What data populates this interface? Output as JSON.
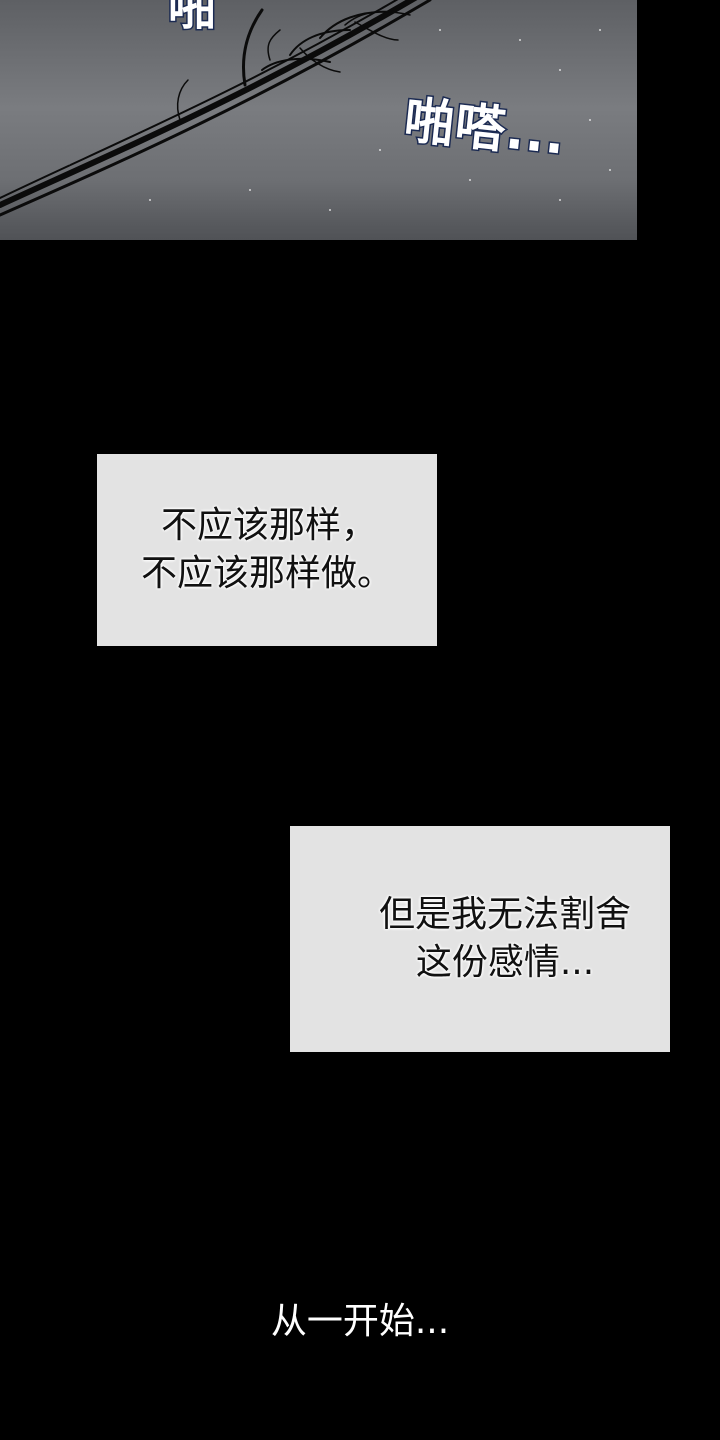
{
  "panel_top": {
    "sfx_partial": "啪",
    "sfx": "啪嗒..."
  },
  "caption_1": {
    "lines": [
      "不应该那样，",
      "不应该那样做。"
    ]
  },
  "caption_2": {
    "lines": [
      "但是我无法割舍",
      "这份感情..."
    ]
  },
  "narration": {
    "text": "从一开始..."
  }
}
